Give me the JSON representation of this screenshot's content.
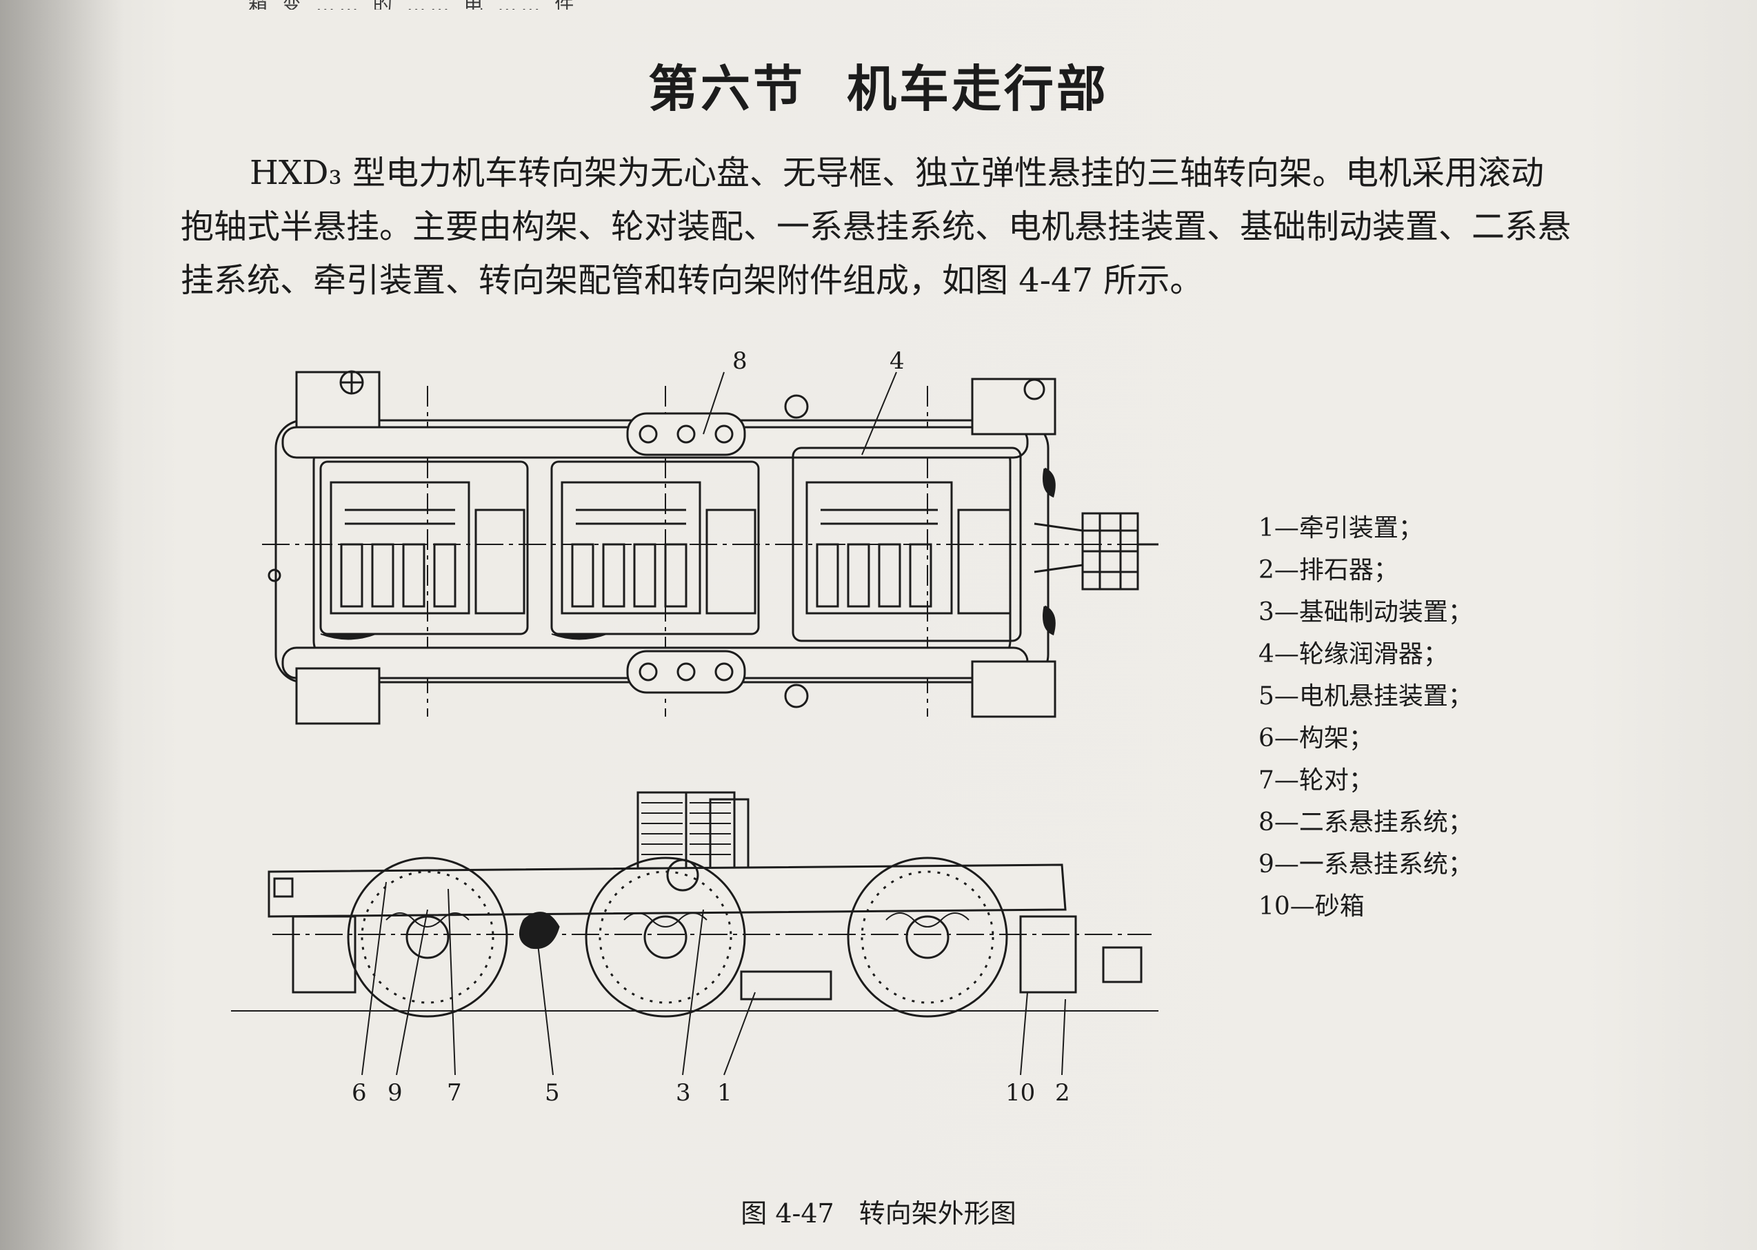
{
  "top_fragment": "箱 变 …… 的 …… 电 …… 件",
  "heading": {
    "section": "第六节",
    "title": "机车走行部"
  },
  "paragraph": {
    "line1": "HXD₃ 型电力机车转向架为无心盘、无导框、独立弹性悬挂的三轴转向架。电机采用滚动",
    "line2": "抱轴式半悬挂。主要由构架、轮对装配、一系悬挂系统、电机悬挂装置、基础制动装置、二系悬",
    "line3": "挂系统、牵引装置、转向架配管和转向架附件组成，如图 4-47 所示。"
  },
  "legend": [
    "1—牵引装置；",
    "2—排石器；",
    "3—基础制动装置；",
    "4—轮缘润滑器；",
    "5—电机悬挂装置；",
    "6—构架；",
    "7—轮对；",
    "8—二系悬挂系统；",
    "9—一系悬挂系统；",
    "10—砂箱"
  ],
  "callouts": {
    "c8": "8",
    "c4": "4",
    "c6": "6",
    "c9": "9",
    "c7": "7",
    "c5": "5",
    "c3": "3",
    "c1": "1",
    "c10": "10",
    "c2": "2"
  },
  "caption": {
    "label": "图 4-47",
    "title": "转向架外形图"
  }
}
